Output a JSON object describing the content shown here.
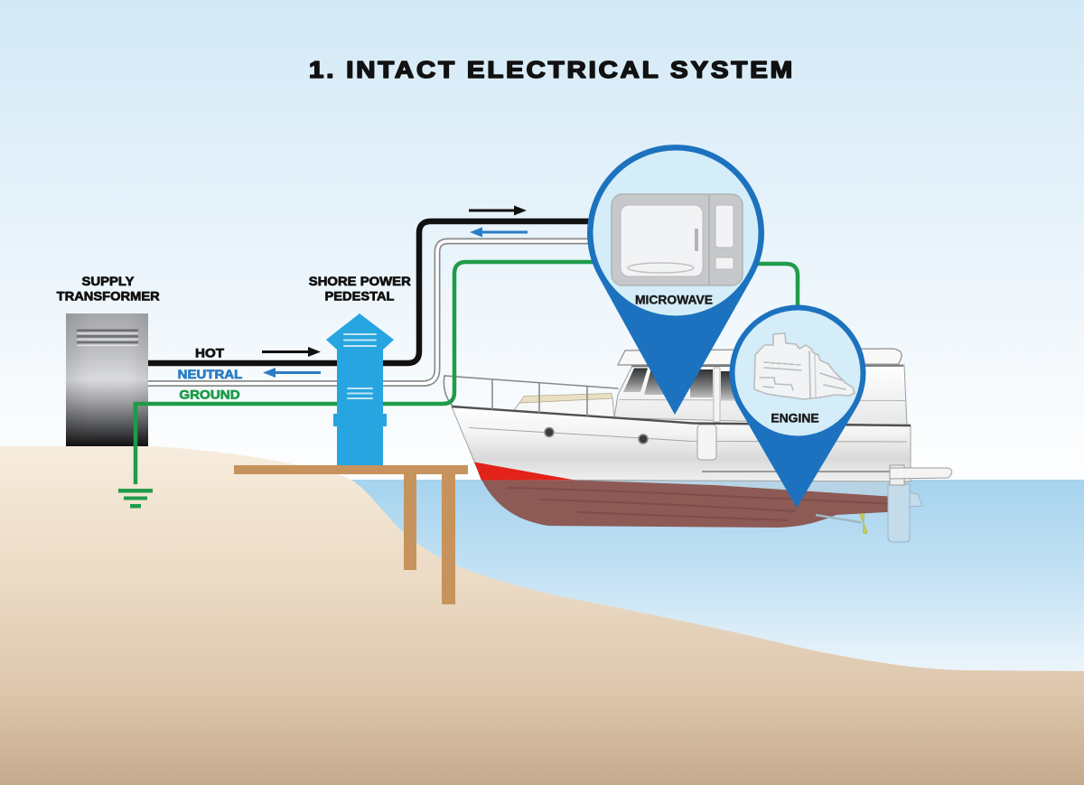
{
  "diagram": {
    "title": "1. INTACT ELECTRICAL SYSTEM"
  },
  "supply_transformer": {
    "label_line_1": "SUPPLY",
    "label_line_2": "TRANSFORMER",
    "icon": "transformer-icon"
  },
  "shore_power_pedestal": {
    "label_line_1": "SHORE POWER",
    "label_line_2": "PEDESTAL",
    "icon": "power-pedestal-icon"
  },
  "wires": {
    "hot": {
      "label": "HOT",
      "color": "#111111",
      "label_color": "#111111"
    },
    "neutral": {
      "label": "NEUTRAL",
      "color": "#ffffff",
      "outline_color": "#8a8a8a",
      "label_color": "#2a7dc5"
    },
    "ground": {
      "label": "GROUND",
      "color": "#1f9b4a",
      "label_color": "#1f9b4a"
    }
  },
  "flow_arrows": [
    {
      "wire": "hot",
      "segment": "transformer-to-pedestal",
      "direction": "right",
      "color": "#111111",
      "icon": "arrow-right-icon"
    },
    {
      "wire": "neutral",
      "segment": "transformer-to-pedestal",
      "direction": "left",
      "color": "#2a7dc5",
      "icon": "arrow-left-icon"
    },
    {
      "wire": "hot",
      "segment": "pedestal-to-boat",
      "direction": "right",
      "color": "#111111",
      "icon": "arrow-right-icon"
    },
    {
      "wire": "neutral",
      "segment": "pedestal-to-boat",
      "direction": "left",
      "color": "#2a7dc5",
      "icon": "arrow-left-icon"
    }
  ],
  "callouts": {
    "microwave": {
      "label": "MICROWAVE",
      "icon": "microwave-icon",
      "marker": "map-pin-icon",
      "wires_connected": [
        "hot",
        "neutral",
        "ground"
      ]
    },
    "engine": {
      "label": "ENGINE",
      "icon": "engine-icon",
      "marker": "map-pin-icon",
      "wires_connected": [
        "ground"
      ]
    }
  },
  "earth_ground": {
    "icon": "earth-ground-icon",
    "wire": "ground"
  },
  "scene": {
    "background": [
      "sky",
      "shore",
      "water",
      "seabed"
    ],
    "structures": [
      "dock",
      "boat"
    ]
  },
  "colors": {
    "title_text": "#111111",
    "pin_blue": "#1c72bf",
    "pin_background": "#d4edf8",
    "pedestal_blue": "#27a5e0",
    "pedestal_vents": "#c2e6f8",
    "dock_wood": "#c7935c",
    "boot_stripe_red": "#e2231a",
    "antifouling_bottom": "#8d5a56",
    "transformer_gray": "#a6a7aa"
  }
}
